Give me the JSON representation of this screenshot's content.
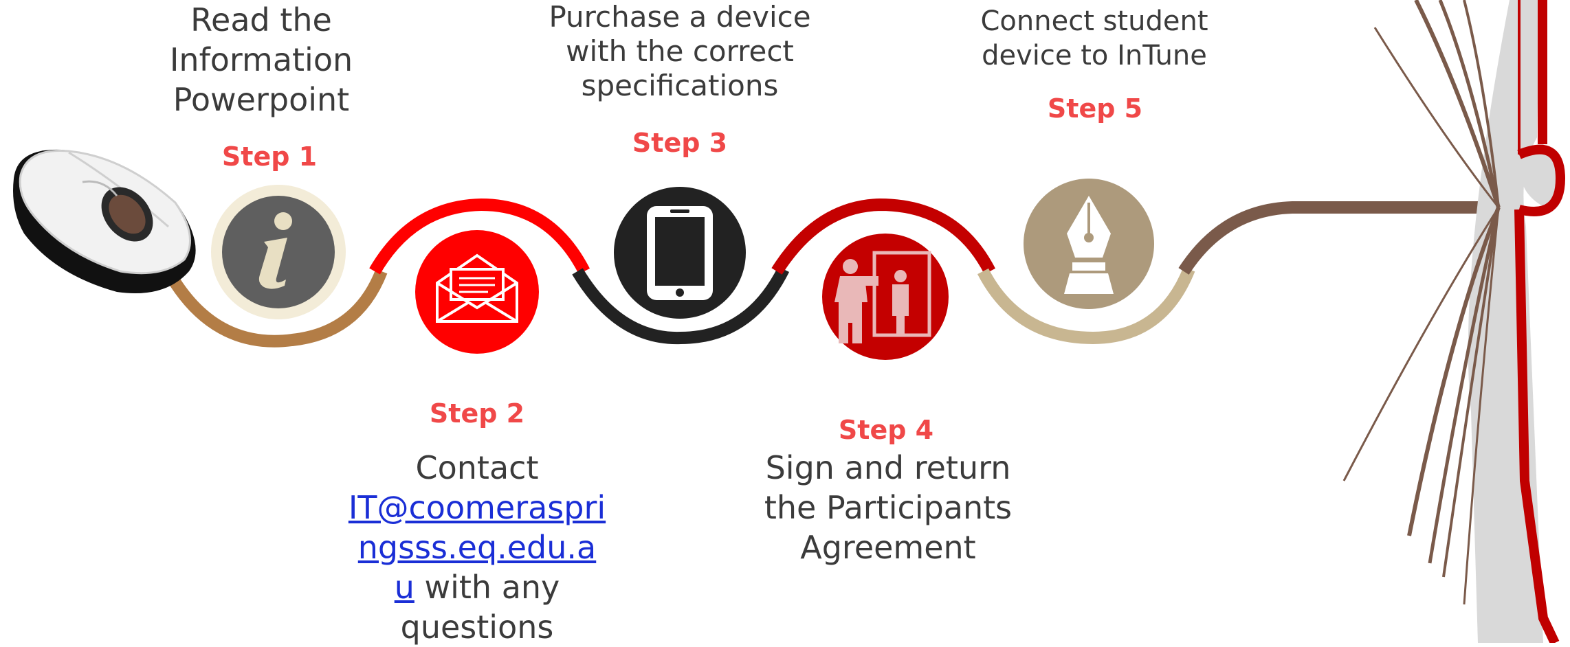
{
  "steps": [
    {
      "label": "Step 1",
      "text": [
        "Read the",
        "Information",
        "Powerpoint"
      ],
      "icon": "info-icon",
      "color": "#b37d46"
    },
    {
      "label": "Step 2",
      "text_prefix": "Contact",
      "email_lines": [
        "IT@coomeraspri",
        "ngsss.eq.edu.a",
        "u"
      ],
      "text_suffix_lines": [
        " with any",
        "questions"
      ],
      "icon": "envelope-icon",
      "color": "#ff0000"
    },
    {
      "label": "Step 3",
      "text": [
        "Purchase a device",
        "with the correct",
        "specifications"
      ],
      "icon": "smartphone-icon",
      "color": "#222222"
    },
    {
      "label": "Step 4",
      "text": [
        "Sign and return",
        "the Participants",
        "Agreement"
      ],
      "icon": "presentation-icon",
      "color": "#c40000"
    },
    {
      "label": "Step 5",
      "text": [
        "Connect student",
        "device to InTune"
      ],
      "icon": "fountain-pen-icon",
      "color": "#ad9a7c"
    }
  ],
  "colors": {
    "accent": "#f04848",
    "brown": "#b37d46",
    "red": "#ff0000",
    "dark": "#222222",
    "darkred": "#c40000",
    "tan": "#ad9a7c",
    "mocha": "#7a5a4a"
  },
  "decorations": [
    "computer-mouse-icon",
    "book-icon"
  ]
}
